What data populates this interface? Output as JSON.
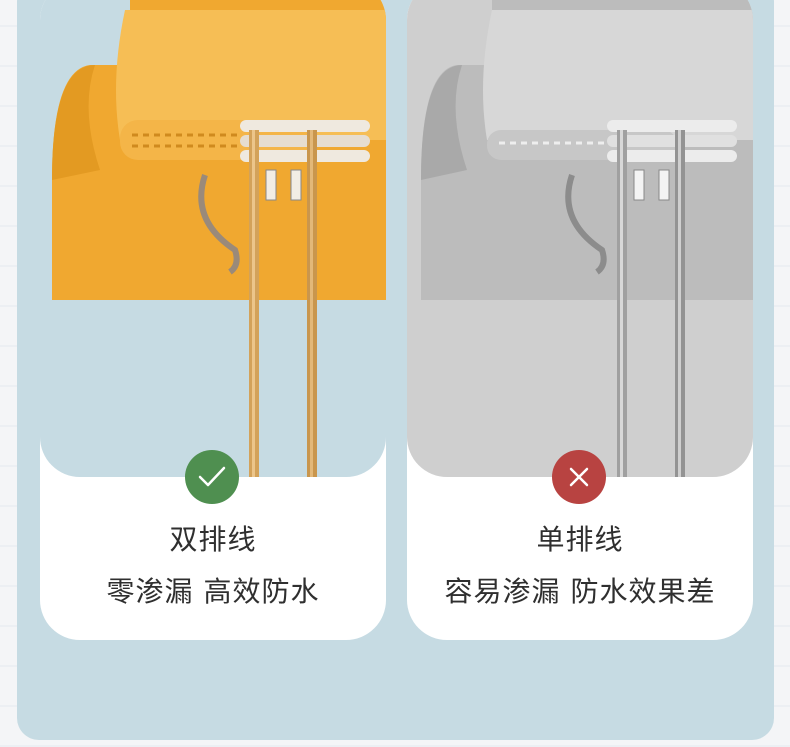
{
  "left": {
    "status": "check",
    "title": "双排线",
    "description": "零渗漏 高效防水",
    "accent_color": "#f2b03c",
    "badge_color": "#4f8f50"
  },
  "right": {
    "status": "cross",
    "title": "单排线",
    "description": "容易渗漏 防水效果差",
    "accent_color": "#c8c8c8",
    "badge_color": "#b84341"
  },
  "colors": {
    "panel": "#c6dbe3",
    "scene_bg": "#c6dbe3",
    "gold": "#d3a25a",
    "silver": "#9a9a9a"
  }
}
